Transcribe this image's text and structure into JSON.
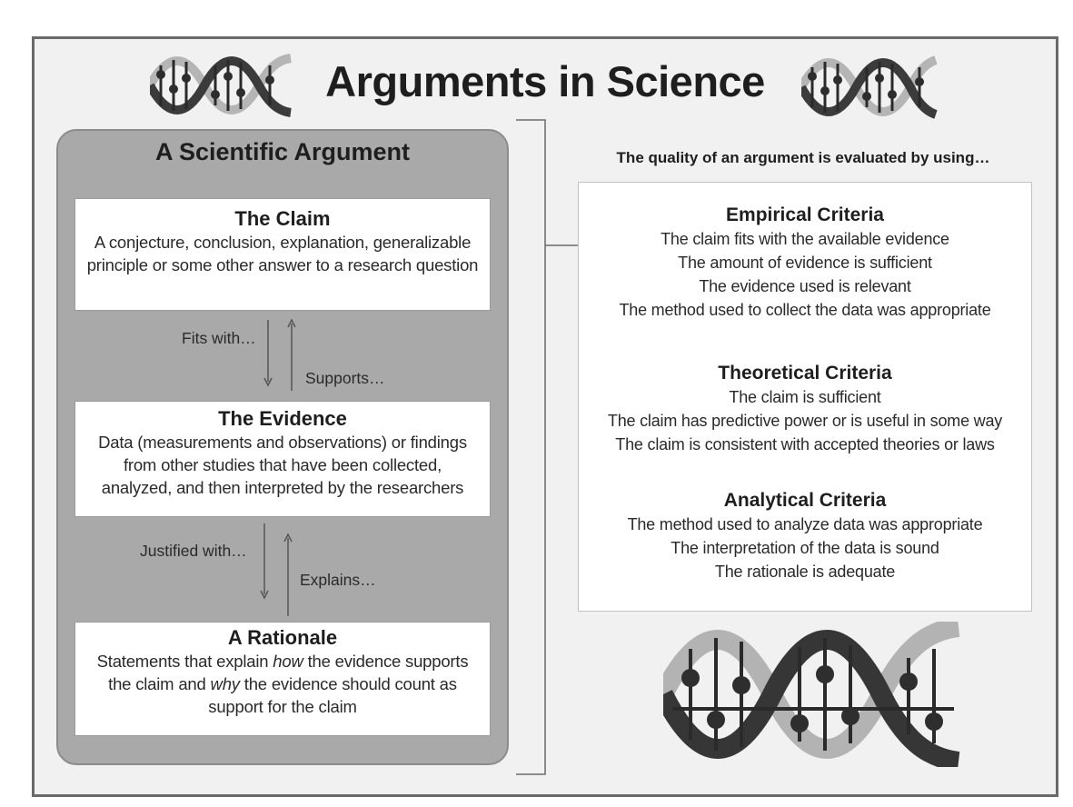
{
  "title": "Arguments in Science",
  "scientific_argument": {
    "heading": "A Scientific Argument",
    "claim": {
      "title": "The Claim",
      "lines": [
        "A conjecture, conclusion, explanation, generalizable",
        "principle or some other answer to a research question"
      ]
    },
    "links_1": {
      "down": "Fits with…",
      "up": "Supports…"
    },
    "evidence": {
      "title": "The Evidence",
      "lines": [
        "Data (measurements and observations) or findings",
        "from other studies that have been collected,",
        "analyzed, and then interpreted by the researchers"
      ]
    },
    "links_2": {
      "down": "Justified with…",
      "up": "Explains…"
    },
    "rationale": {
      "title": "A Rationale",
      "line1_pre": "Statements that explain ",
      "line1_em": "how",
      "line1_post": " the evidence supports",
      "line2_pre": "the claim and ",
      "line2_em": "why",
      "line2_post": " the evidence should count as",
      "line3": "support for the claim"
    }
  },
  "quality": {
    "heading": "The quality of an argument is evaluated by using…",
    "criteria": [
      {
        "title": "Empirical Criteria",
        "lines": [
          "The claim fits with the available evidence",
          "The amount of evidence is sufficient",
          "The evidence used is relevant",
          "The method used to collect the data was appropriate"
        ]
      },
      {
        "title": "Theoretical Criteria",
        "lines": [
          "The claim is sufficient",
          "The claim has predictive power or is useful in some way",
          "The claim is consistent with accepted theories or laws"
        ]
      },
      {
        "title": "Analytical Criteria",
        "lines": [
          "The method used to analyze data was appropriate",
          "The interpretation of the data is sound",
          "The rationale is adequate"
        ]
      }
    ]
  },
  "colors": {
    "panel": "#a9a9a9",
    "card": "#ffffff",
    "text": "#1e1e1e",
    "frame": "#6a6a6a"
  },
  "icons": [
    "dna-helix-icon",
    "arrow-down-icon",
    "arrow-up-icon"
  ]
}
